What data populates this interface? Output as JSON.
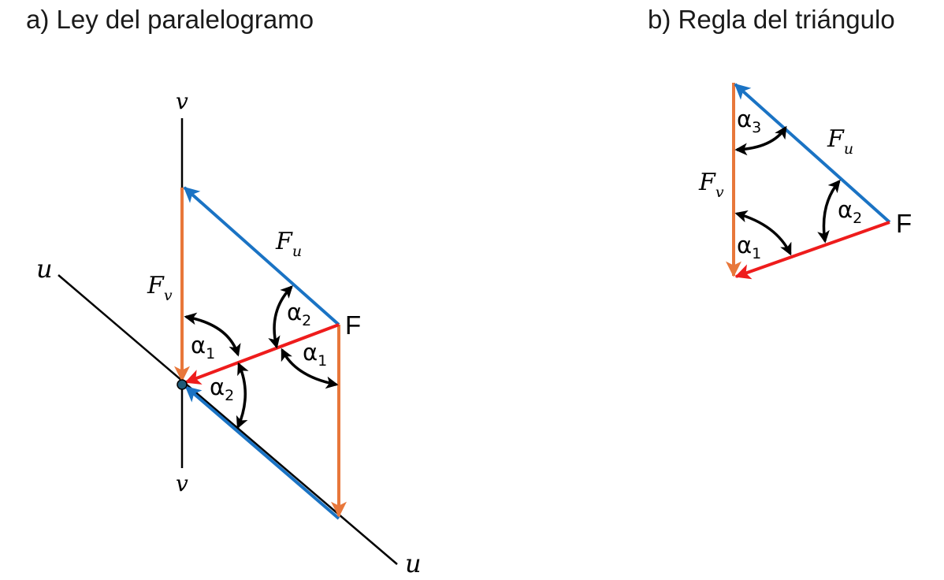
{
  "panel_a": {
    "title": "a) Ley del paralelogramo",
    "axis_v_top": "v",
    "axis_v_bottom": "v",
    "axis_u_left": "u",
    "axis_u_right": "u",
    "fu_main": "F",
    "fu_sub": "u",
    "fv_main": "F",
    "fv_sub": "v",
    "f_label": "F",
    "alpha": "α",
    "sub1": "1",
    "sub2": "2"
  },
  "panel_b": {
    "title": "b) Regla del triángulo",
    "fu_main": "F",
    "fu_sub": "u",
    "fv_main": "F",
    "fv_sub": "v",
    "f_label": "F",
    "alpha": "α",
    "sub1": "1",
    "sub2": "2",
    "sub3": "3"
  },
  "colors": {
    "fu": "#1a73c4",
    "fv": "#e8773a",
    "f": "#ee1c1c",
    "axis": "#000000",
    "arc": "#000000",
    "origin": "#1f5a78"
  }
}
